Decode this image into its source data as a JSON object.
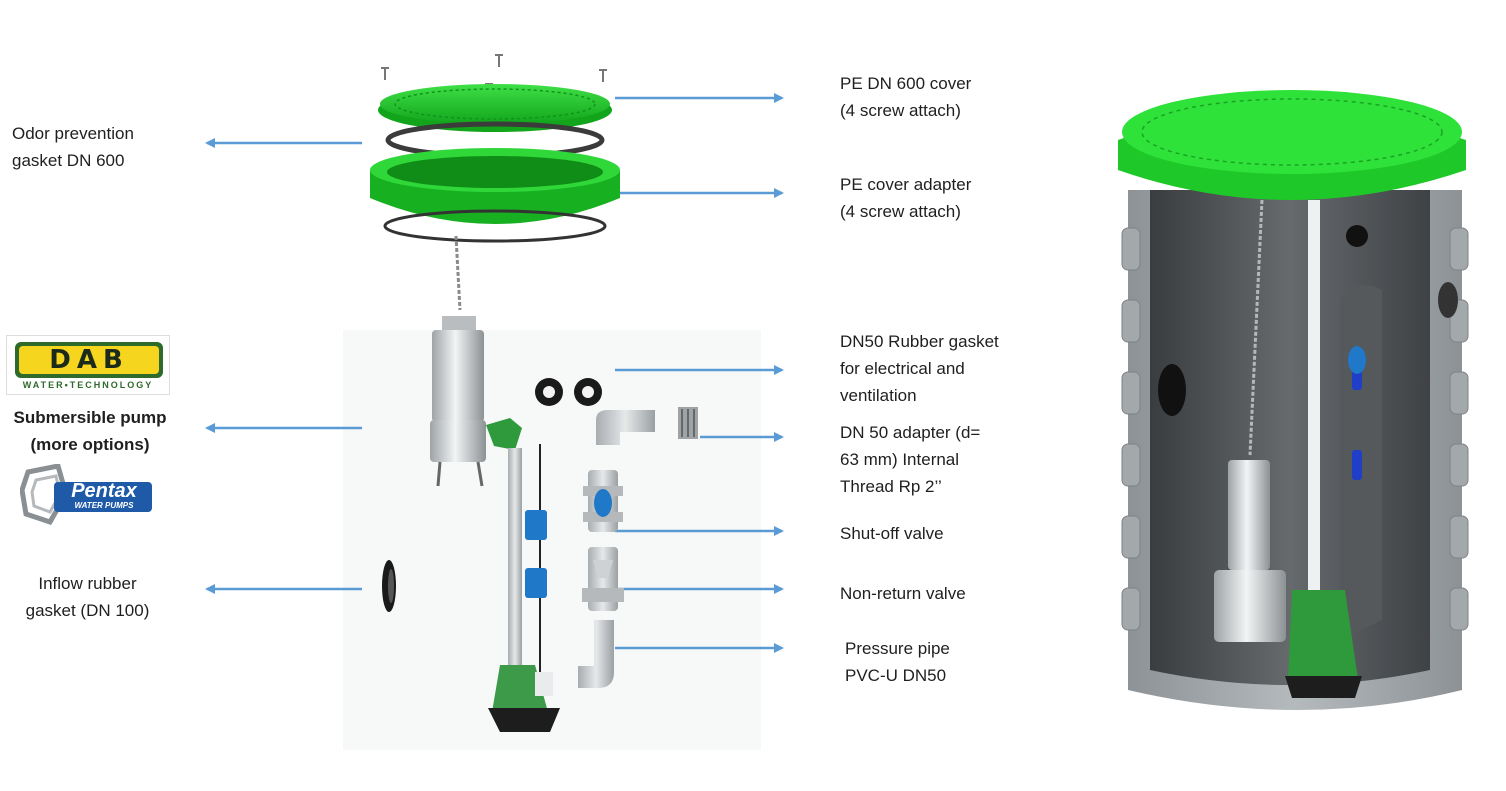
{
  "colors": {
    "arrow": "#5b9bd5",
    "cover_green": "#1fc72a",
    "cover_dark_green": "#119a1a",
    "tank_gray": "#9aa0a4",
    "tank_inner": "#4e5256",
    "float_blue": "#1f78c8",
    "dab_yellow": "#f6d51f",
    "dab_green": "#2e6b2a",
    "pentax_blue": "#1e5aa8"
  },
  "left_labels": {
    "odor_gasket": [
      "Odor prevention",
      "gasket DN 600"
    ],
    "submersible_pump": [
      "Submersible pump",
      "(more options)"
    ],
    "inflow_gasket": [
      "Inflow rubber",
      "gasket (DN 100)"
    ]
  },
  "logos": {
    "dab": {
      "brand": "DAB",
      "tagline": "WATER•TECHNOLOGY"
    },
    "pentax": {
      "brand": "Pentax",
      "tagline": "WATER PUMPS"
    }
  },
  "right_labels": {
    "pe_cover": [
      "PE DN 600 cover",
      "(4 screw attach)"
    ],
    "cover_adapter": [
      "PE cover adapter",
      "(4 screw attach)"
    ],
    "dn50_gasket": [
      "DN50 Rubber gasket",
      "for electrical and",
      "ventilation"
    ],
    "dn50_adapter": [
      "DN 50 adapter (d=",
      "63 mm) Internal",
      "Thread Rp 2’’"
    ],
    "shutoff_valve": [
      "Shut-off valve"
    ],
    "nonreturn_valve": [
      "Non-return valve"
    ],
    "pressure_pipe": [
      "Pressure pipe",
      "PVC-U DN50"
    ]
  },
  "icons": {
    "arrow": "arrow-icon",
    "pump": "pump-icon",
    "tank": "tank-cutaway-icon"
  }
}
